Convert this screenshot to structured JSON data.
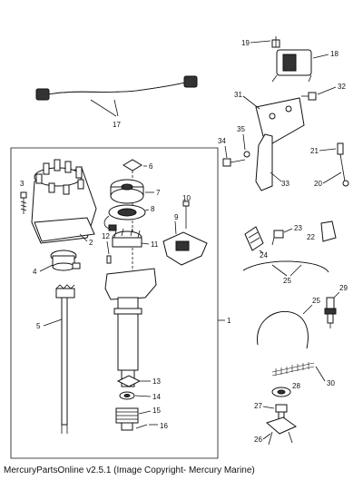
{
  "footer": "MercuryPartsOnline v2.5.1 (Image Copyright- Mercury Marine)",
  "callouts": {
    "c1": "1",
    "c2": "2",
    "c3": "3",
    "c4": "4",
    "c5": "5",
    "c6": "6",
    "c7": "7",
    "c8": "8",
    "c9": "9",
    "c10": "10",
    "c11": "11",
    "c12": "12",
    "c13": "13",
    "c14": "14",
    "c15": "15",
    "c16": "16",
    "c17": "17",
    "c18": "18",
    "c19": "19",
    "c20": "20",
    "c21": "21",
    "c22": "22",
    "c23": "23",
    "c24": "24",
    "c25": "25",
    "c25b": "25",
    "c26": "26",
    "c27": "27",
    "c28": "28",
    "c29": "29",
    "c30": "30",
    "c31": "31",
    "c32": "32",
    "c33": "33",
    "c34": "34",
    "c35": "35"
  }
}
